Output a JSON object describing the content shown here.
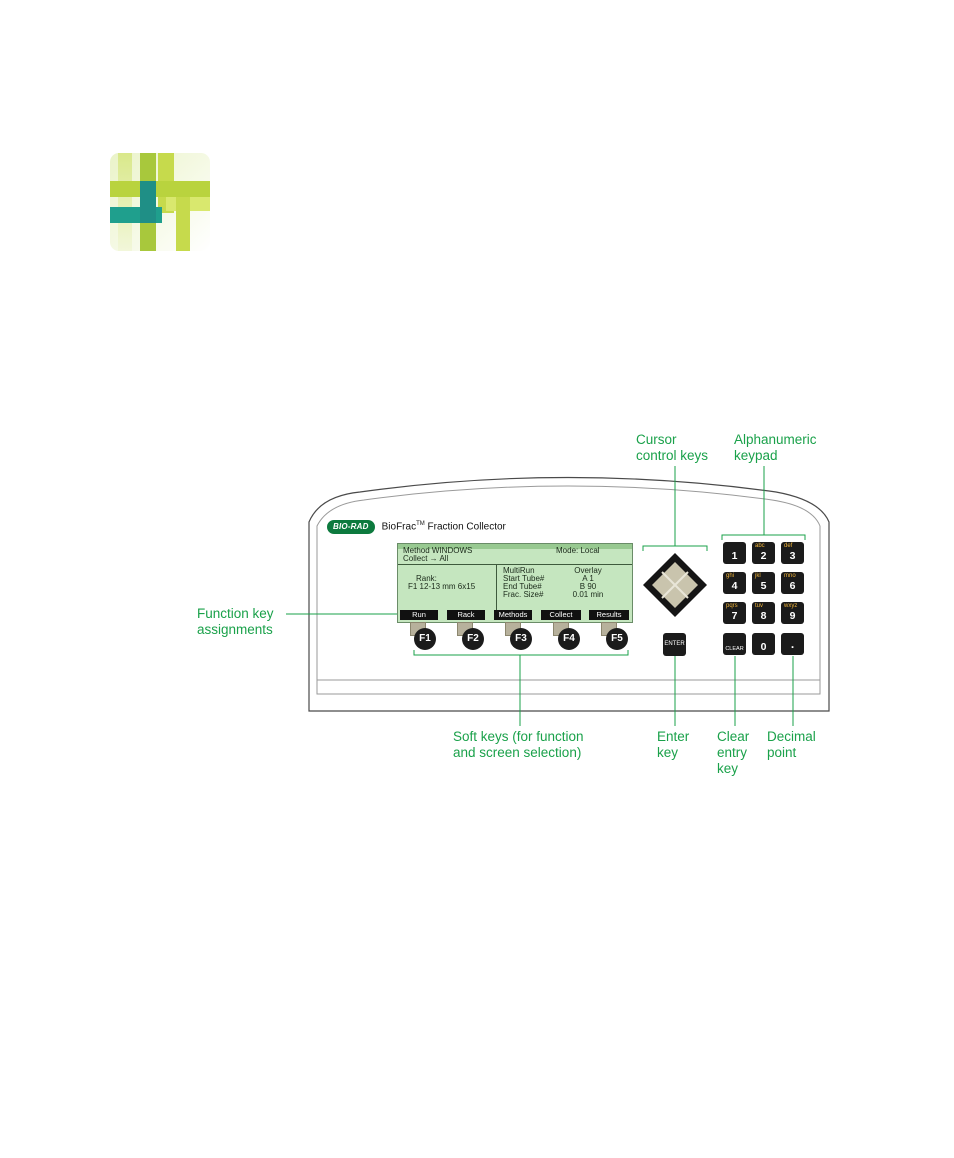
{
  "device": {
    "brand": "BIO-RAD",
    "title": "BioFrac",
    "trademark": "TM",
    "subtitle": "Fraction Collector"
  },
  "screen": {
    "header_left_1": "Method WINDOWS",
    "header_left_2": "Collect → All",
    "header_right": "Mode: Local",
    "rack_label": "Rank:",
    "rack_value": "F1 12-13 mm 6x15",
    "rows": [
      {
        "label": "MultiRun",
        "value": "Overlay"
      },
      {
        "label": "Start Tube#",
        "value": "A 1"
      },
      {
        "label": "End Tube#",
        "value": "B 90"
      },
      {
        "label": "Frac. Size#",
        "value": "0.01 min"
      }
    ],
    "softkeys": [
      "Run",
      "Rack",
      "Methods",
      "Collect",
      "Results"
    ]
  },
  "function_keys": [
    "F1",
    "F2",
    "F3",
    "F4",
    "F5"
  ],
  "enter_key": "ENTER",
  "keypad": [
    {
      "num": "1",
      "letters": ""
    },
    {
      "num": "2",
      "letters": "abc"
    },
    {
      "num": "3",
      "letters": "def"
    },
    {
      "num": "4",
      "letters": "ghi"
    },
    {
      "num": "5",
      "letters": "jkl"
    },
    {
      "num": "6",
      "letters": "mno"
    },
    {
      "num": "7",
      "letters": "pqrs"
    },
    {
      "num": "8",
      "letters": "tuv"
    },
    {
      "num": "9",
      "letters": "wxyz"
    },
    {
      "num": "",
      "letters": "",
      "label": "CLEAR"
    },
    {
      "num": "0",
      "letters": ""
    },
    {
      "num": ".",
      "letters": ""
    }
  ],
  "callouts": {
    "cursor": [
      "Cursor",
      "control keys"
    ],
    "keypad": [
      "Alphanumeric",
      "keypad"
    ],
    "function": [
      "Function key",
      "assignments"
    ],
    "softkeys": [
      "Soft keys (for function",
      "and screen selection)"
    ],
    "enter": [
      "Enter",
      "key"
    ],
    "clear": [
      "Clear",
      "entry",
      "key"
    ],
    "decimal": [
      "Decimal",
      "point"
    ]
  },
  "colors": {
    "callout": "#1aa14a",
    "lcd": "#c5e6bf",
    "logo_green_dark": "#7fb43a",
    "logo_teal": "#1e9a8a"
  }
}
